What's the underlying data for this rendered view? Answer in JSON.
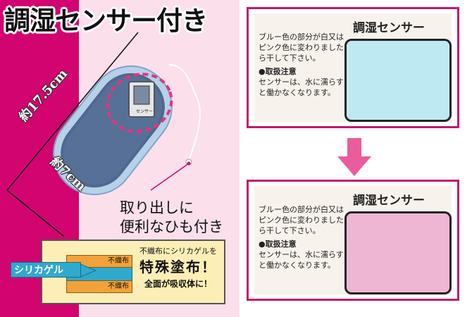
{
  "title": "調湿センサー付き",
  "dimensions": {
    "length": "約17.5cm",
    "width": "約7cm"
  },
  "product": {
    "sensor_label": "センサー"
  },
  "string_caption": {
    "line1": "取り出しに",
    "line2": "便利なひも付き"
  },
  "sensor_before": {
    "title": "調湿センサー",
    "instructions": "ブルー色の部分が白又はピンク色に変わりましたら干して下さい。",
    "caution_heading": "●取扱注意",
    "caution_body": "センサーは、水に濡らすと働かなくなります。",
    "color": "#bfe9f2"
  },
  "sensor_after": {
    "title": "調湿センサー",
    "instructions": "ブルー色の部分が白又はピンク色に変わりましたら干して下さい。",
    "caution_heading": "●取扱注意",
    "caution_body": "センサーは、水に濡らすと働かなくなります。",
    "color": "#efb6d4"
  },
  "diagram": {
    "layer_top": "不織布",
    "layer_bottom": "不織布",
    "core": "シリカゲル",
    "line1": "不織布にシリカゲルを",
    "line2": "特殊塗布！",
    "line3": "全面が吸収体に！"
  },
  "colors": {
    "magenta": "#d2046f",
    "panel_border": "#c2186a",
    "arrow": "#e95d9b"
  }
}
